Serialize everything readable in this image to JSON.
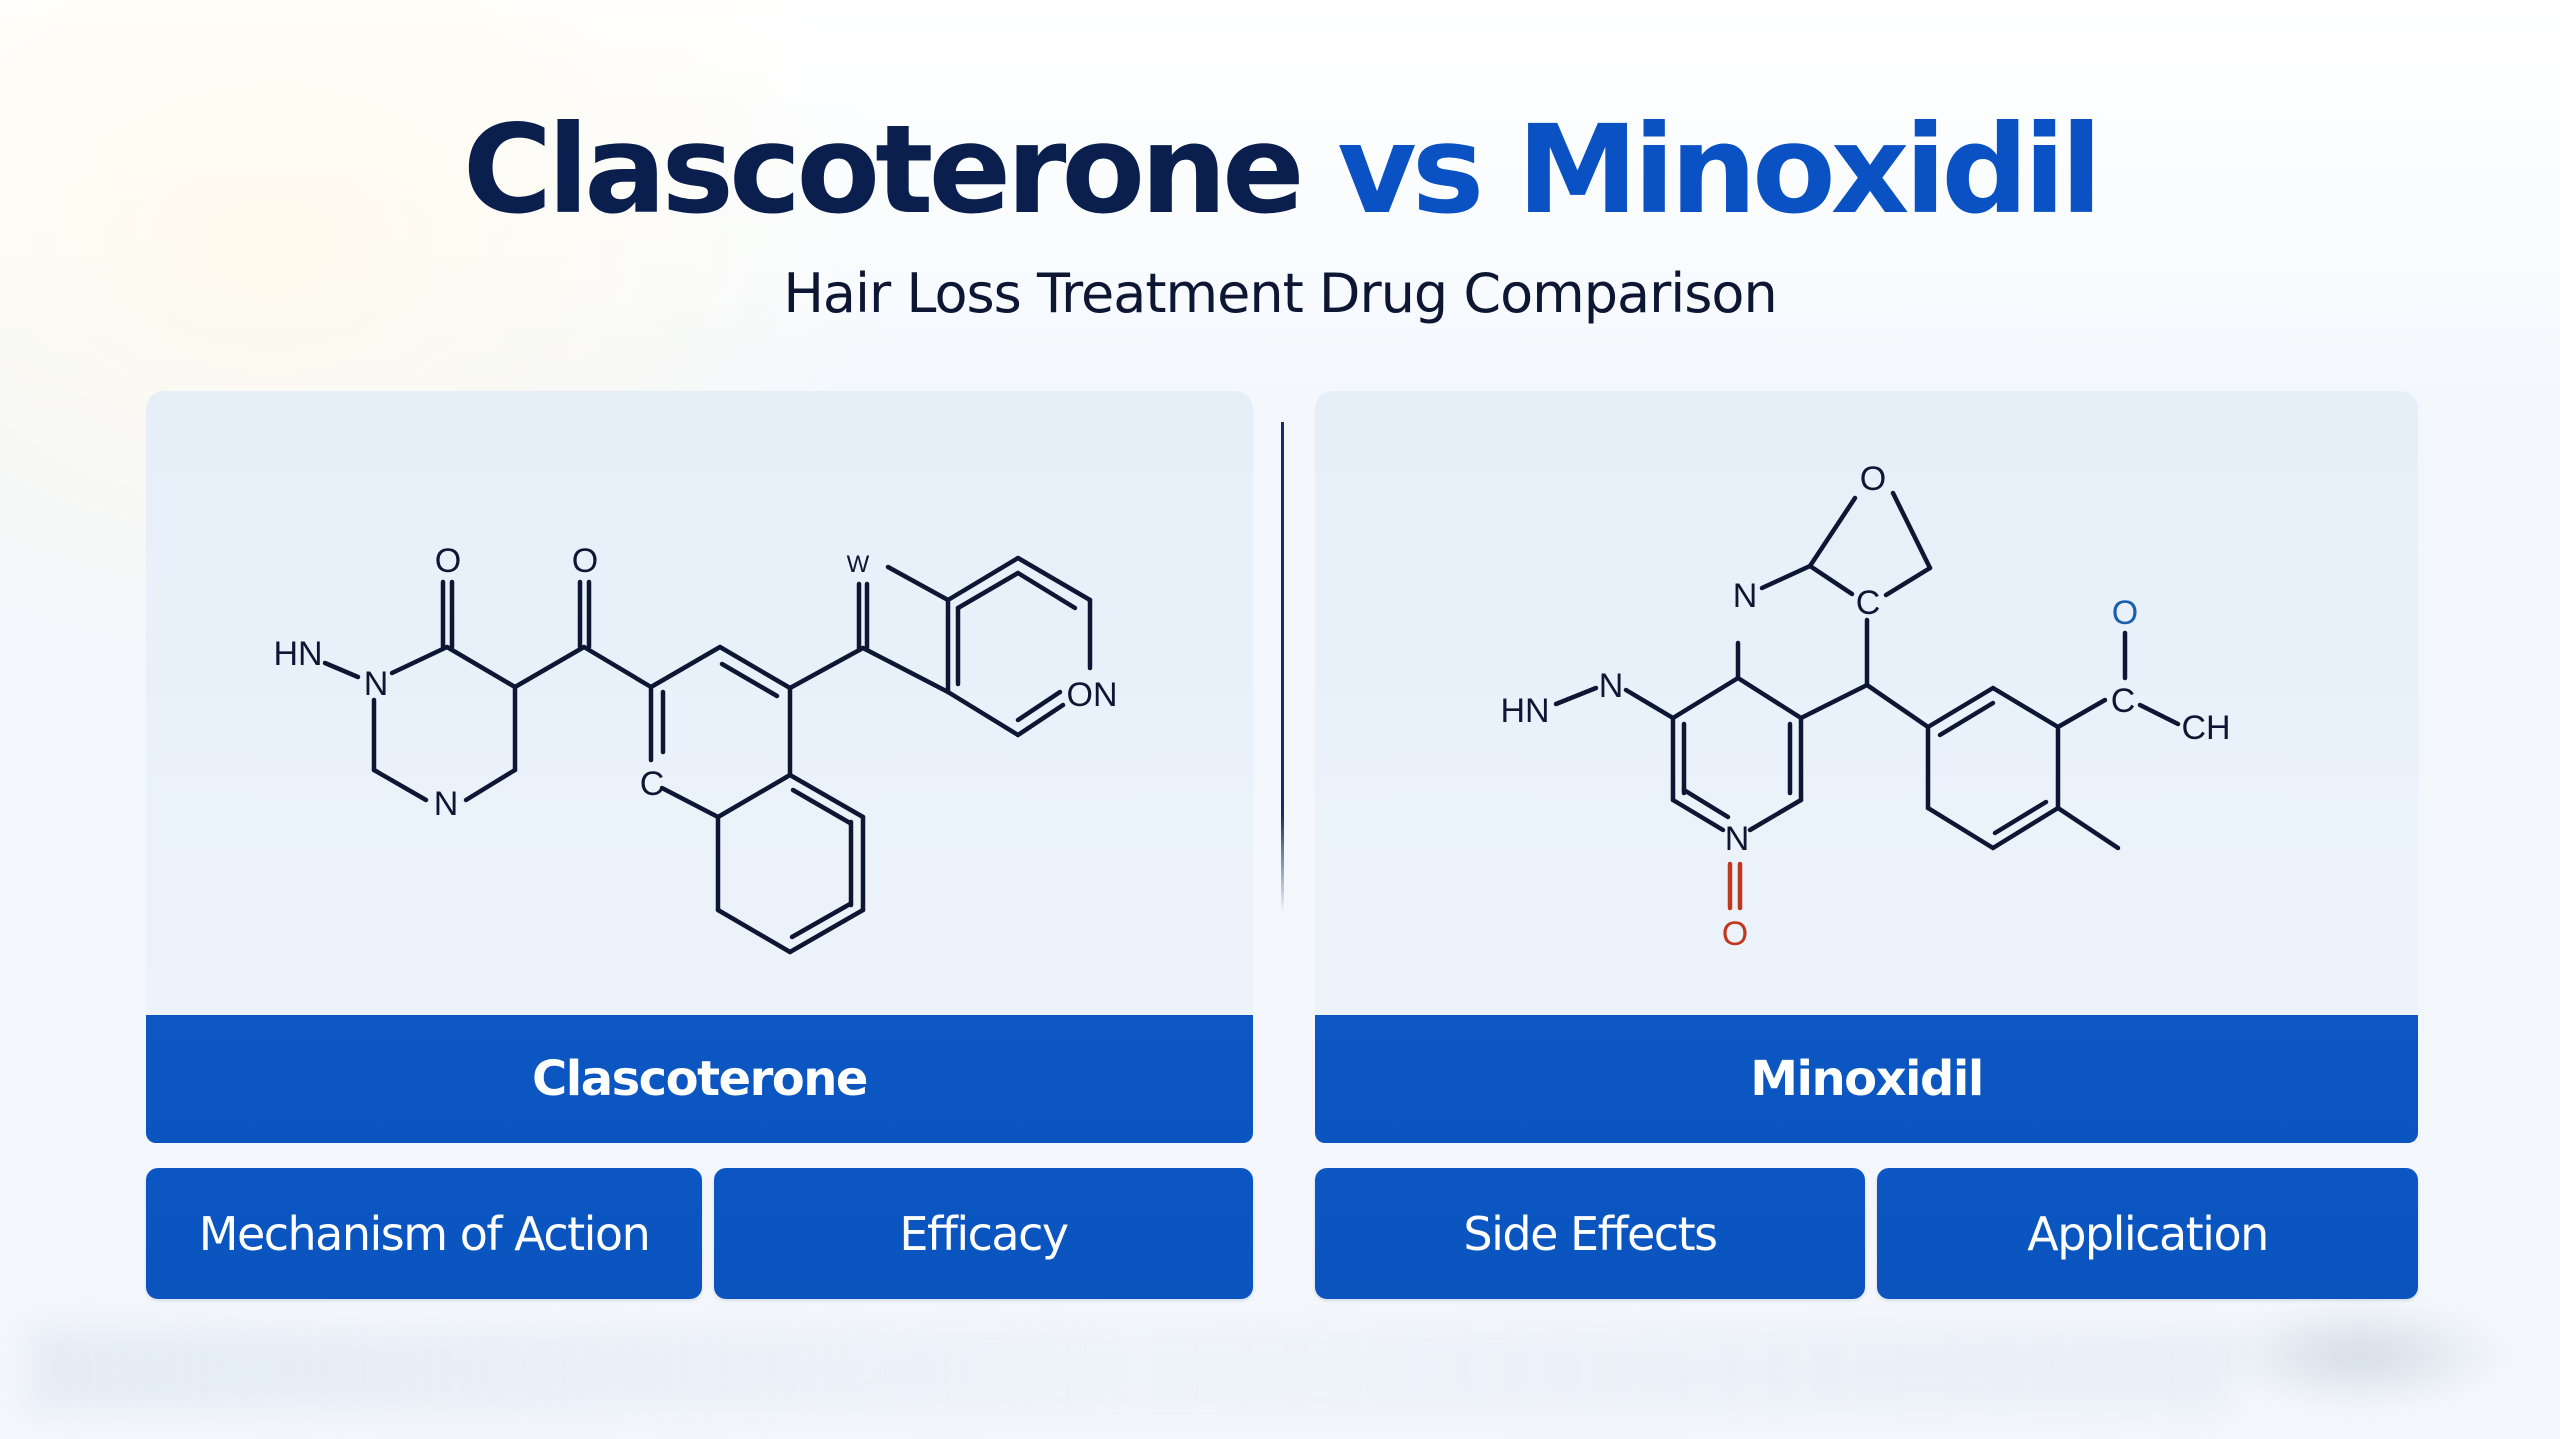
{
  "header": {
    "title_part1": "Clascoterone",
    "title_part2": "vs Minoxidil",
    "subtitle": "Hair Loss Treatment Drug Comparison"
  },
  "colors": {
    "title_dark": "#0b1f4f",
    "title_blue": "#0a52c4",
    "button_blue": "#0b56c2",
    "background": "#f3f7fc",
    "panel": "#e8f0f9",
    "structure_line": "#0d1633",
    "nitroxide_red": "#c0391f",
    "carbonyl_blue": "#1b5fb0"
  },
  "panels": [
    {
      "drug": "Clascoterone",
      "structure_labels": {
        "hn": "HN",
        "n1": "N",
        "n2": "N",
        "o1": "O",
        "o2": "O",
        "c1": "C",
        "w": "W",
        "on": "ON"
      },
      "buttons": [
        {
          "label": "Mechanism of Action"
        },
        {
          "label": "Efficacy"
        }
      ]
    },
    {
      "drug": "Minoxidil",
      "structure_labels": {
        "hn": "HN",
        "n1": "N",
        "n2": "N",
        "n3": "N",
        "o_ring": "O",
        "c_ring": "C",
        "o_red": "O",
        "o_blue": "O",
        "c_acyl": "C",
        "ch": "CH"
      },
      "buttons": [
        {
          "label": "Side Effects"
        },
        {
          "label": "Application"
        }
      ]
    }
  ]
}
